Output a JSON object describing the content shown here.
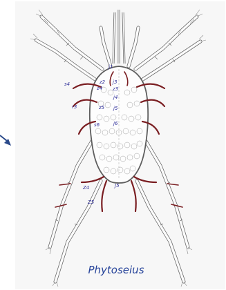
{
  "figure": {
    "genus": "Phytoseius",
    "setae_labels": {
      "j1": "j1",
      "j3": "j3",
      "j4": "j4",
      "j5": "j5",
      "j6": "j6",
      "J5": "J5",
      "z2": "z2",
      "z3": "z3",
      "z4": "z4",
      "z5": "z5",
      "s4": "s4",
      "s6": "s6",
      "r3": "r3",
      "Z4": "Z4",
      "Z5": "Z5"
    }
  },
  "colors": {
    "setae": "#7a1e22",
    "labels": "#2f2f9a",
    "arrow": "#2b4a8a",
    "outline": "#6b6b6b"
  }
}
